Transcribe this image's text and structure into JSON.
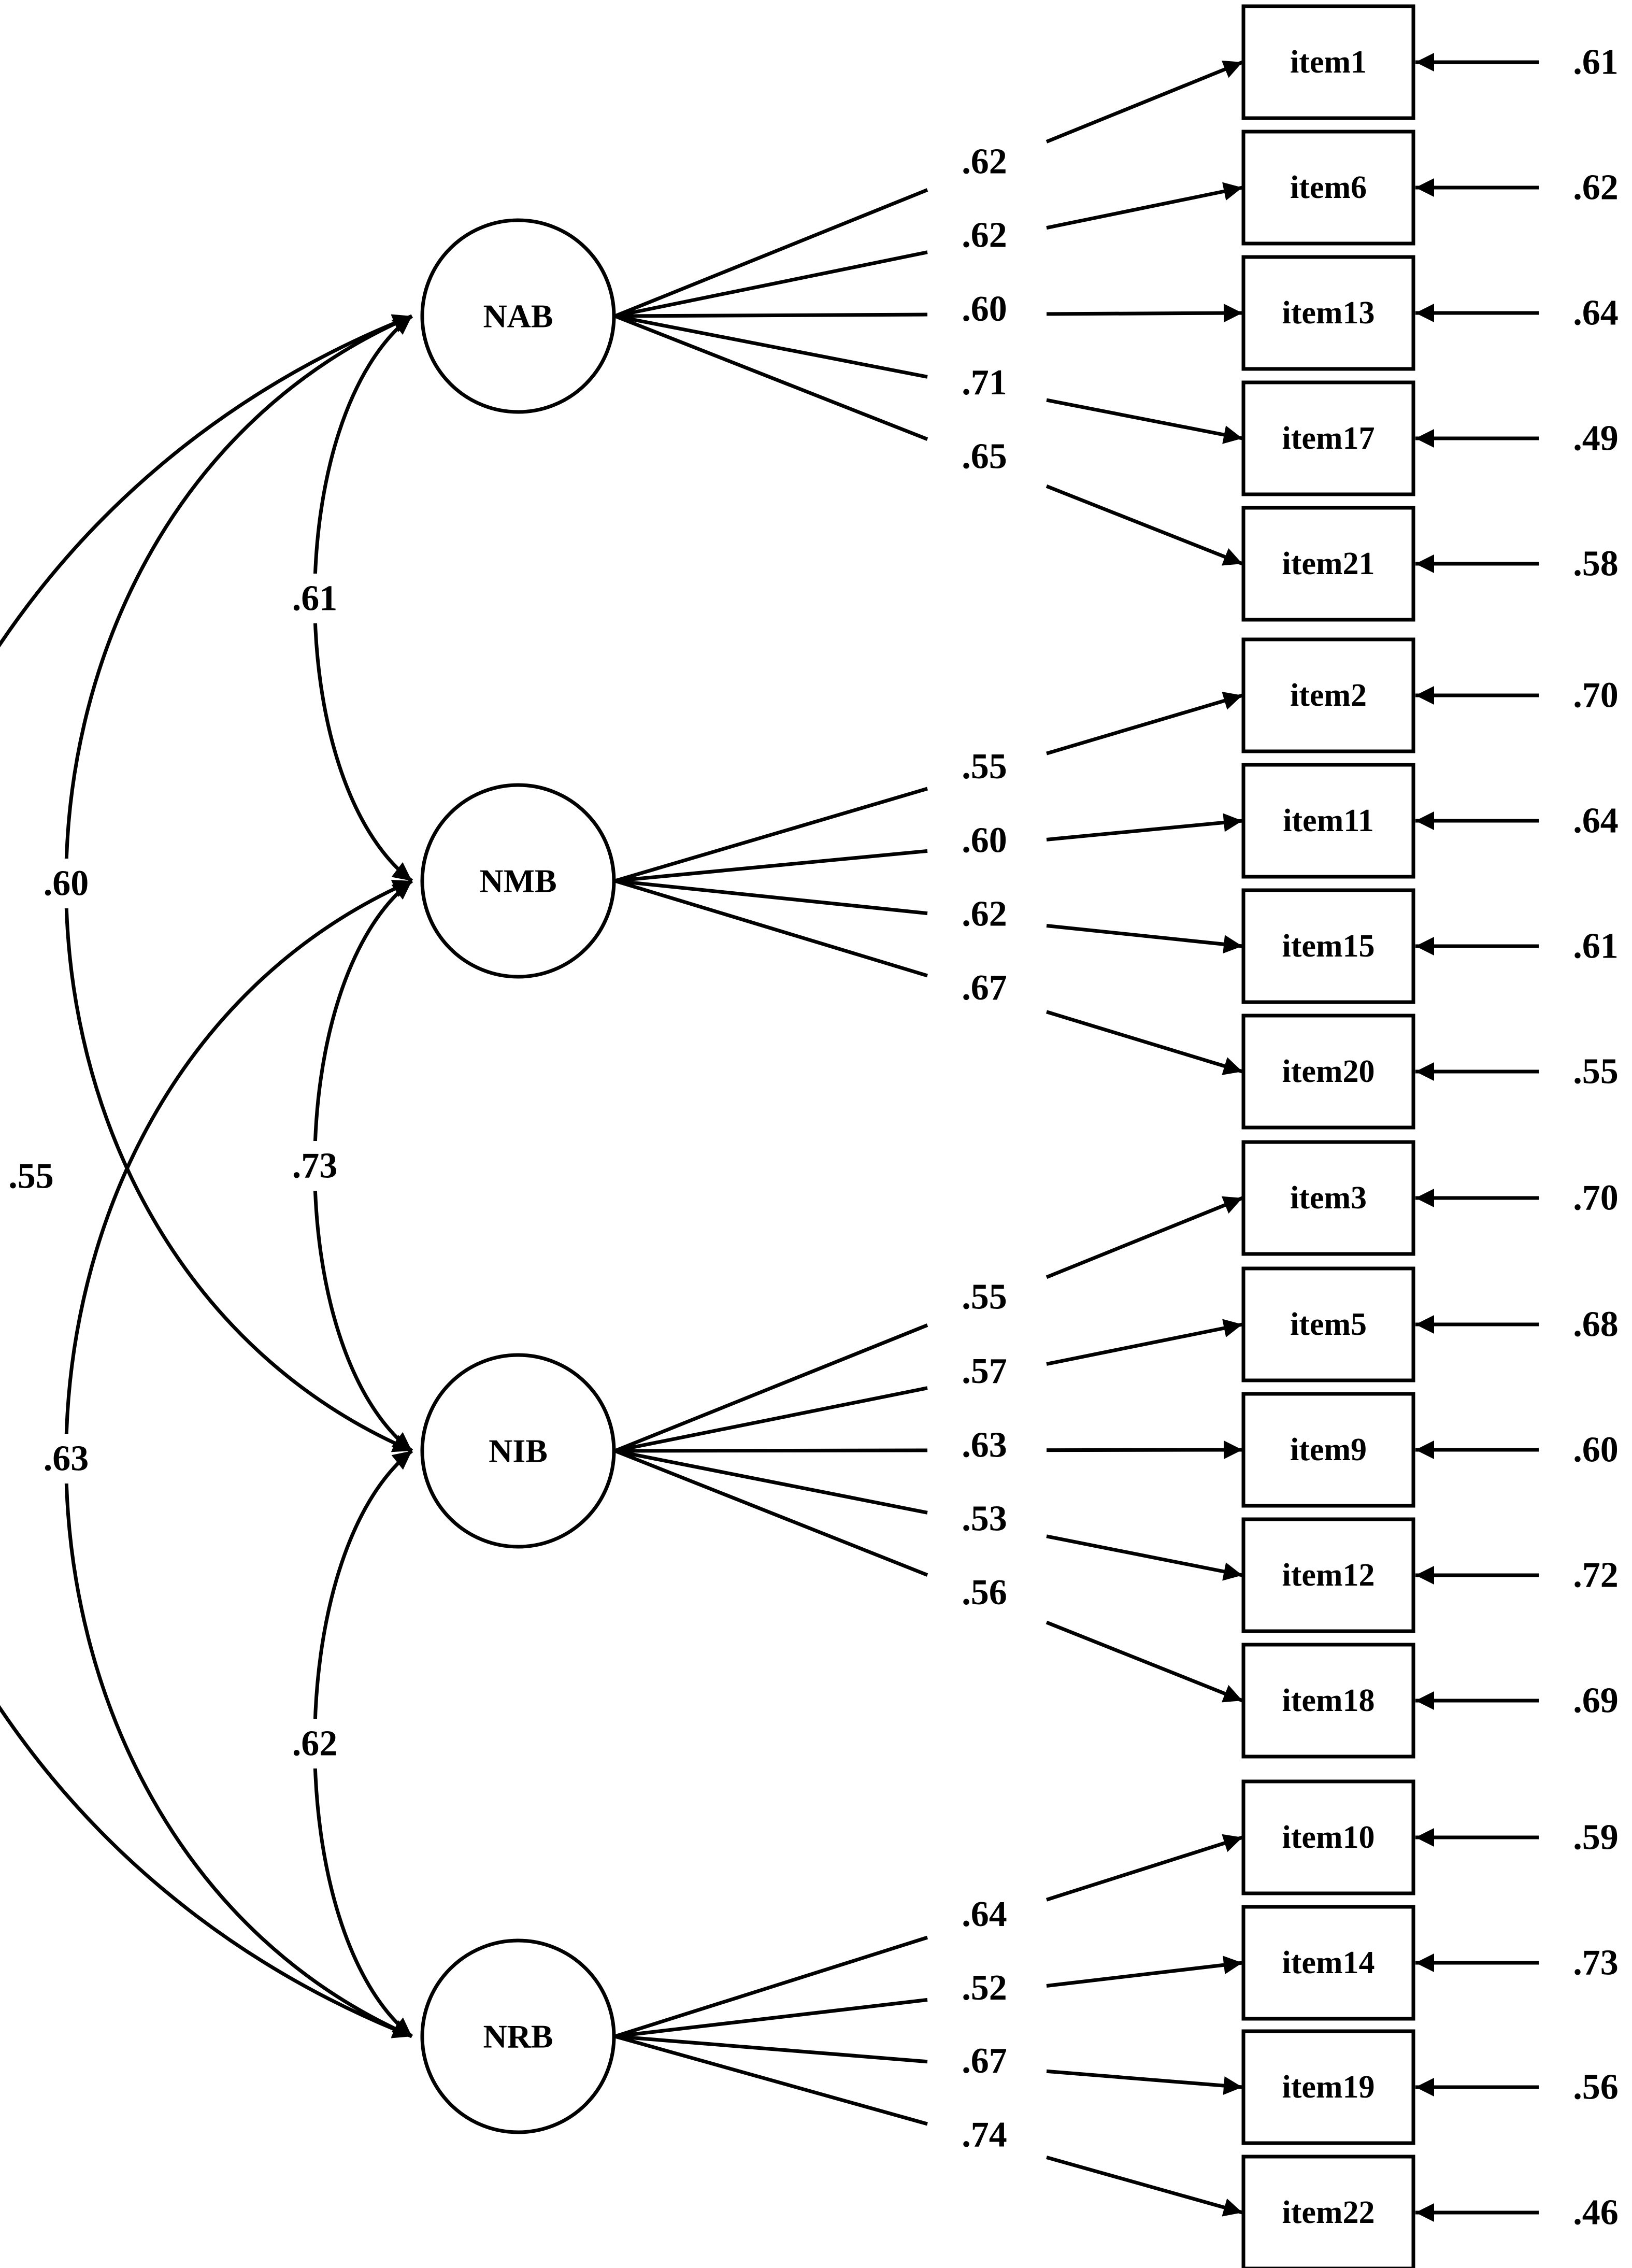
{
  "latents": [
    {
      "id": "NAB",
      "label": "NAB"
    },
    {
      "id": "NMB",
      "label": "NMB"
    },
    {
      "id": "NIB",
      "label": "NIB"
    },
    {
      "id": "NRB",
      "label": "NRB"
    }
  ],
  "items": [
    {
      "label": "item1",
      "latent": "NAB",
      "loading": ".62",
      "error": ".61"
    },
    {
      "label": "item6",
      "latent": "NAB",
      "loading": ".62",
      "error": ".62"
    },
    {
      "label": "item13",
      "latent": "NAB",
      "loading": ".60",
      "error": ".64"
    },
    {
      "label": "item17",
      "latent": "NAB",
      "loading": ".71",
      "error": ".49"
    },
    {
      "label": "item21",
      "latent": "NAB",
      "loading": ".65",
      "error": ".58"
    },
    {
      "label": "item2",
      "latent": "NMB",
      "loading": ".55",
      "error": ".70"
    },
    {
      "label": "item11",
      "latent": "NMB",
      "loading": ".60",
      "error": ".64"
    },
    {
      "label": "item15",
      "latent": "NMB",
      "loading": ".62",
      "error": ".61"
    },
    {
      "label": "item20",
      "latent": "NMB",
      "loading": ".67",
      "error": ".55"
    },
    {
      "label": "item3",
      "latent": "NIB",
      "loading": ".55",
      "error": ".70"
    },
    {
      "label": "item5",
      "latent": "NIB",
      "loading": ".57",
      "error": ".68"
    },
    {
      "label": "item9",
      "latent": "NIB",
      "loading": ".63",
      "error": ".60"
    },
    {
      "label": "item12",
      "latent": "NIB",
      "loading": ".53",
      "error": ".72"
    },
    {
      "label": "item18",
      "latent": "NIB",
      "loading": ".56",
      "error": ".69"
    },
    {
      "label": "item10",
      "latent": "NRB",
      "loading": ".64",
      "error": ".59"
    },
    {
      "label": "item14",
      "latent": "NRB",
      "loading": ".52",
      "error": ".73"
    },
    {
      "label": "item19",
      "latent": "NRB",
      "loading": ".67",
      "error": ".56"
    },
    {
      "label": "item22",
      "latent": "NRB",
      "loading": ".74",
      "error": ".46"
    }
  ],
  "correlations": [
    {
      "from": "NAB",
      "to": "NMB",
      "value": ".61"
    },
    {
      "from": "NMB",
      "to": "NIB",
      "value": ".73"
    },
    {
      "from": "NIB",
      "to": "NRB",
      "value": ".62"
    },
    {
      "from": "NAB",
      "to": "NIB",
      "value": ".60"
    },
    {
      "from": "NMB",
      "to": "NRB",
      "value": ".63"
    },
    {
      "from": "NAB",
      "to": "NRB",
      "value": ".55"
    }
  ]
}
